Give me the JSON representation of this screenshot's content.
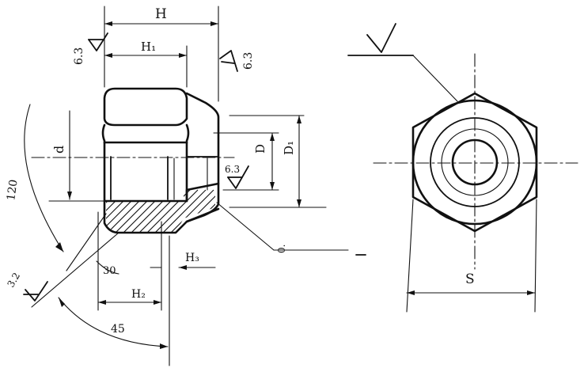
{
  "labels": {
    "H": "H",
    "H1": "H₁",
    "H2": "H₂",
    "H3": "H₃",
    "d": "d",
    "D": "D",
    "D1": "D₁",
    "S": "S",
    "angle_120": "120",
    "angle_30": "30",
    "angle_45": "45"
  },
  "roughness": {
    "top_left": "6.3",
    "top_right": "6.3",
    "inner": "6.3",
    "lower_left": "3.2"
  },
  "callout_text": "0.       "
}
